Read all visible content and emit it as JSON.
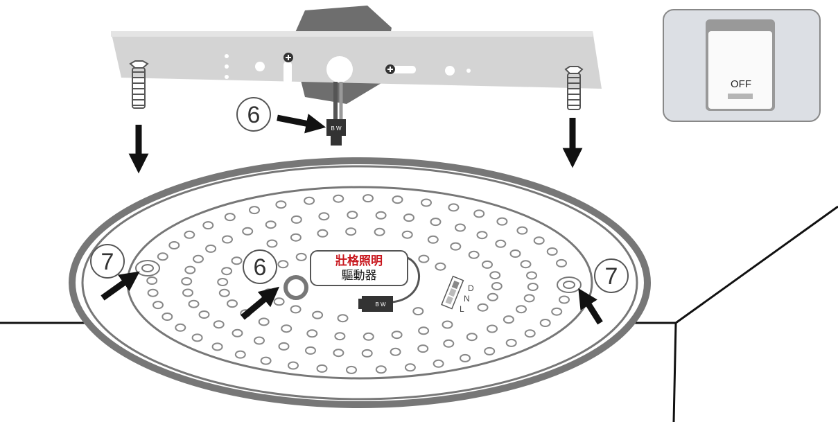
{
  "step_labels": {
    "connect": "6",
    "mount": "7"
  },
  "switch": {
    "state_text": "OFF"
  },
  "driver": {
    "brand": "壯格照明",
    "label": "驅動器"
  },
  "connector": {
    "top": "B W",
    "module": "B W"
  },
  "dip_switch": {
    "letters": [
      "D",
      "N",
      "L"
    ]
  },
  "colors": {
    "brand_red": "#c8161d",
    "ring_gray": "#777777",
    "led_gray": "#888888",
    "switch_panel": "#dcdfe4",
    "bracket": "#d4d4d4"
  }
}
